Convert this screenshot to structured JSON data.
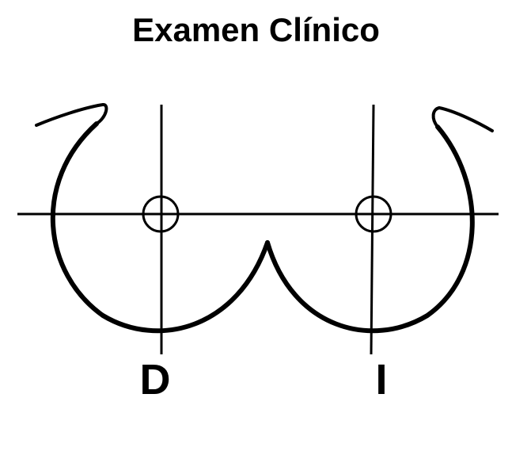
{
  "title": "Examen Clínico",
  "labels": {
    "right_side": "D",
    "left_side": "I"
  },
  "colors": {
    "background": "#ffffff",
    "ink": "#000000"
  }
}
